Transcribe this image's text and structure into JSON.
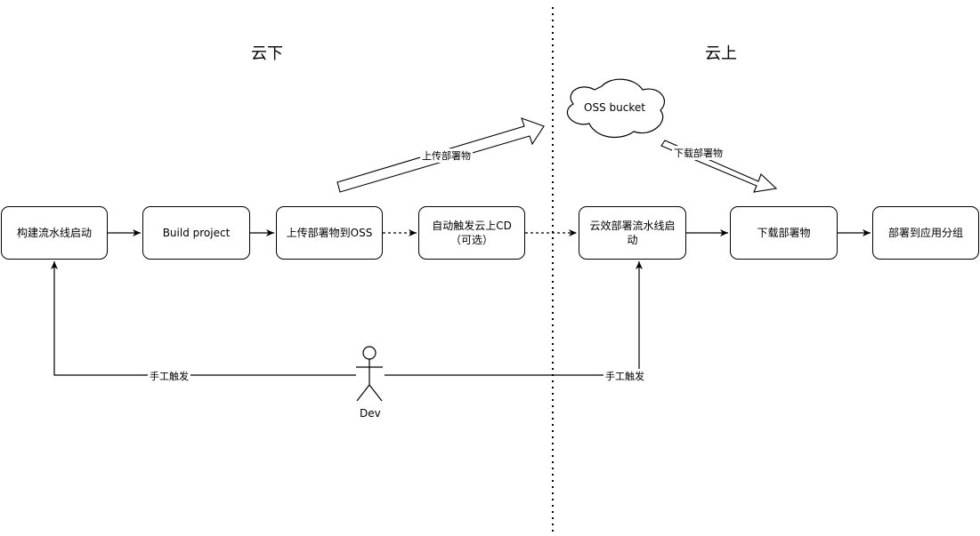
{
  "regions": {
    "left_title": "云下",
    "right_title": "云上"
  },
  "nodes": {
    "start_build_pipeline": "构建流水线启动",
    "build_project": "Build project",
    "upload_to_oss": "上传部署物到OSS",
    "auto_trigger_cd": "自动触发云上CD（可选）",
    "start_deploy_pipeline": "云效部署流水线启动",
    "download_artifact": "下载部署物",
    "deploy_to_group": "部署到应用分组"
  },
  "storage": {
    "oss_bucket": "OSS bucket"
  },
  "flow_labels": {
    "upload_artifact": "上传部署物",
    "download_artifact": "下载部署物"
  },
  "actor": {
    "name": "Dev"
  },
  "triggers": {
    "manual_left": "手工触发",
    "manual_right": "手工触发"
  }
}
